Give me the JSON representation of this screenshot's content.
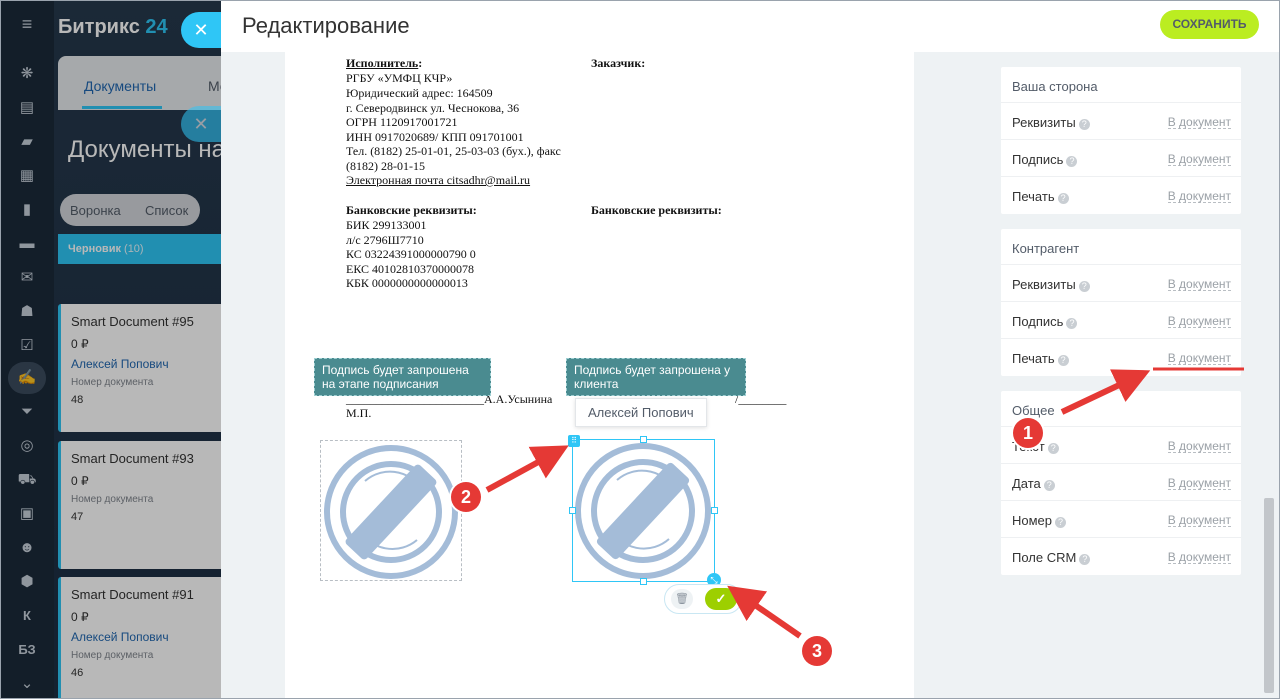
{
  "app": {
    "logo_main": "Битрикс",
    "logo_num": "24",
    "close_glyph": "✕",
    "tab_documents": "Документы",
    "tab_more": "Мо",
    "page_title": "Документы на",
    "view_funnel": "Воронка",
    "view_list": "Список",
    "column_title": "Черновик",
    "column_count": "(10)",
    "cards": [
      {
        "title": "Smart Document #95",
        "price": "0 ₽",
        "user": "Алексей Попович",
        "label": "Номер документа",
        "number": "48"
      },
      {
        "title": "Smart Document #93",
        "price": "0 ₽",
        "user": "",
        "label": "Номер документа",
        "number": "47"
      },
      {
        "title": "Smart Document #91",
        "price": "0 ₽",
        "user": "Алексей Попович",
        "label": "Номер документа",
        "number": "46"
      }
    ],
    "rail_icons": [
      "menu-icon",
      "activity-icon",
      "feed-icon",
      "chat-icon",
      "calendar-icon",
      "document-icon",
      "drive-icon",
      "mail-icon",
      "group-icon",
      "tasks-icon",
      "sign-icon",
      "filter-icon",
      "target-icon",
      "cart-icon",
      "contacts-icon",
      "robot-icon",
      "box-icon",
      "k-icon",
      "kb-icon",
      "more-icon"
    ],
    "rail_text": {
      "k": "К",
      "kb": "БЗ"
    }
  },
  "slider": {
    "title": "Редактирование",
    "save_label": "Сохранить"
  },
  "document": {
    "executor_label": "Исполнитель",
    "executor_colon": ":",
    "executor_lines": [
      "РГБУ «УМФЦ КЧР»",
      "Юридический адрес: 164509",
      "г. Северодвинск ул. Чеснокова, 36",
      "ОГРН 1120917001721",
      "ИНН 0917020689/ КПП 091701001",
      "Тел. (8182) 25-01-01, 25-03-03 (бух.), факс",
      "(8182) 28-01-15"
    ],
    "email_line": "Электронная почта citsadhr@mail.ru",
    "customer_label": "Заказчик:",
    "bank_label_left": "Банковские реквизиты:",
    "bank_label_right": "Банковские реквизиты:",
    "bank_lines": [
      "БИК 299133001",
      "л/с 2796Ш7710",
      "КС 03224391000000790 0",
      "ЕКС 40102810370000078",
      "КБК 0000000000000013"
    ],
    "sign_line_left": "_______________________А.А.Усынина",
    "sign_line_right": "/________",
    "mp_label": "М.П.",
    "hint_left": "Подпись будет запрошена на этапе подписания",
    "hint_right": "Подпись будет запрошена у клиента",
    "name_tooltip": "Алексей Попович",
    "delete_glyph": "🗑",
    "confirm_glyph": "✓"
  },
  "right_panel": {
    "groups": [
      {
        "title": "Ваша сторона",
        "rows": [
          {
            "label": "Реквизиты",
            "action": "В документ"
          },
          {
            "label": "Подпись",
            "action": "В документ"
          },
          {
            "label": "Печать",
            "action": "В документ"
          }
        ]
      },
      {
        "title": "Контрагент",
        "rows": [
          {
            "label": "Реквизиты",
            "action": "В документ"
          },
          {
            "label": "Подпись",
            "action": "В документ"
          },
          {
            "label": "Печать",
            "action": "В документ"
          }
        ]
      },
      {
        "title": "Общее",
        "rows": [
          {
            "label": "Текст",
            "action": "В документ"
          },
          {
            "label": "Дата",
            "action": "В документ"
          },
          {
            "label": "Номер",
            "action": "В документ"
          },
          {
            "label": "Поле CRM",
            "action": "В документ"
          }
        ]
      }
    ],
    "help_glyph": "?"
  },
  "annotations": {
    "badges": [
      "1",
      "2",
      "3"
    ],
    "arrow_color": "#e53935"
  },
  "colors": {
    "accent": "#2fc6f6",
    "save": "#bbed21",
    "hint_bg": "#4a8b90",
    "stamp": "#a4bcd8",
    "link": "#2067b0"
  }
}
